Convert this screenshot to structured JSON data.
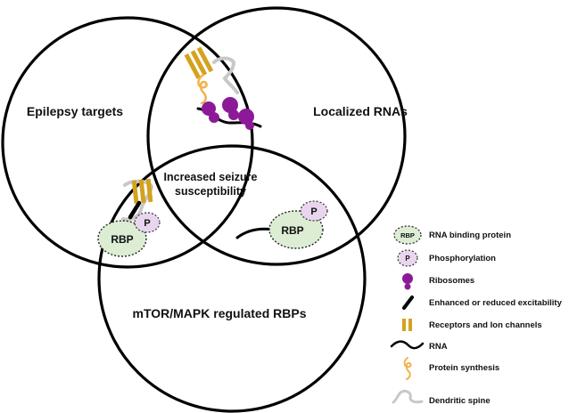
{
  "sets": {
    "epilepsy": "Epilepsy targets",
    "localized": "Localized RNAs",
    "mtor": "mTOR/MAPK regulated RBPs"
  },
  "center": {
    "line1": "Increased seizure",
    "line2": "susceptibility"
  },
  "chips": {
    "rbp": "RBP",
    "p": "P"
  },
  "legend": {
    "rbp_icon": "RBP",
    "p_icon": "P",
    "items": [
      "RNA binding protein",
      "Phosphorylation",
      "Ribosomes",
      "Enhanced or reduced excitability",
      "Receptors and Ion channels",
      "RNA",
      "Protein synthesis",
      "Dendritic spine"
    ]
  },
  "colors": {
    "rbp_fill": "#dcedd4",
    "phospho_fill": "#e9d6ee",
    "ribosome": "#8c1a98",
    "receptor": "#d4a21c",
    "protein": "#f2b24a",
    "spine": "#c8c8c8"
  }
}
